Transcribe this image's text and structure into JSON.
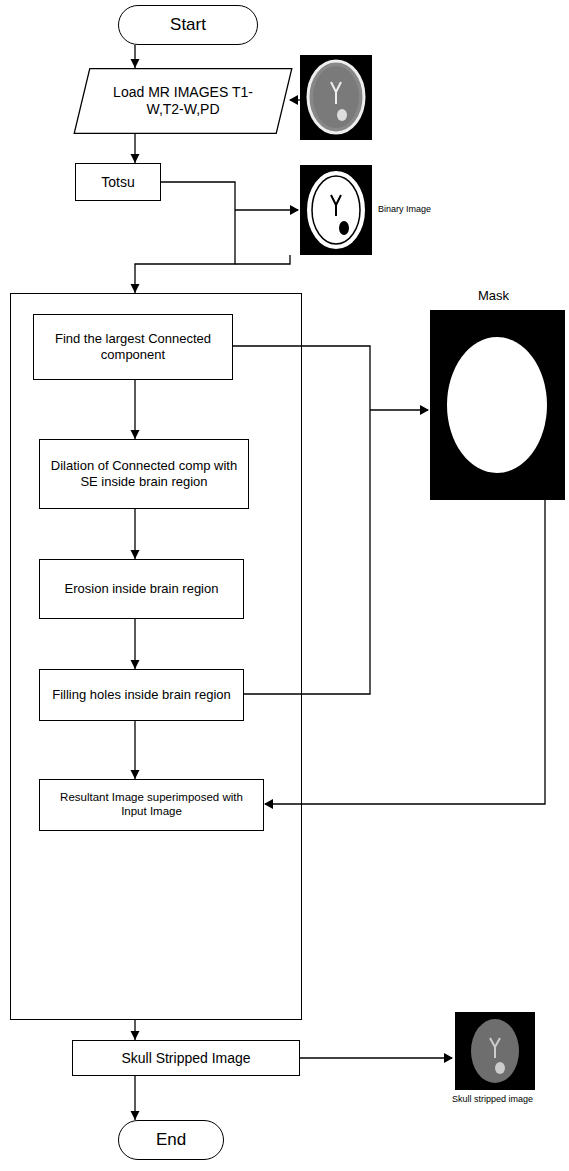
{
  "diagram": {
    "nodes": [
      {
        "text": [
          "Start"
        ]
      },
      {
        "text": [
          "Load MR IMAGES T1-W,T2-W,PD"
        ]
      },
      {
        "text": [
          "Totsu"
        ]
      },
      {
        "text": []
      },
      {
        "text": [
          "Find the largest Connected component"
        ],
        "in": 3
      },
      {
        "text": [
          "Dilation of Connected comp with SE inside brain region"
        ],
        "in": 3
      },
      {
        "text": [
          "Erosion inside brain region"
        ],
        "in": 3
      },
      {
        "text": [
          "Filling holes inside brain region"
        ],
        "in": 3
      },
      {
        "text": [
          "Resultant Image superimposed with Input Image"
        ],
        "in": 3
      },
      {
        "text": [
          "Skull Stripped Image"
        ]
      },
      {
        "text": [
          "End"
        ]
      }
    ],
    "edges": [
      {
        "from": 0,
        "to": 1,
        "arrow": "to"
      },
      {
        "from": 1,
        "to": 2,
        "arrow": "to"
      },
      {
        "from": 2,
        "to": 3,
        "arrow": "to"
      },
      {
        "from": 4,
        "to": 5,
        "arrow": "to"
      },
      {
        "from": 5,
        "to": 6,
        "arrow": "to"
      },
      {
        "from": 6,
        "to": 7,
        "arrow": "to"
      },
      {
        "from": 7,
        "to": 8,
        "arrow": "to"
      },
      {
        "from": 3,
        "to": 9,
        "arrow": "to"
      },
      {
        "from": 9,
        "to": 10,
        "arrow": "to"
      }
    ],
    "labels": [
      "Binary Image",
      "Mask",
      "Skull stripped image"
    ]
  }
}
